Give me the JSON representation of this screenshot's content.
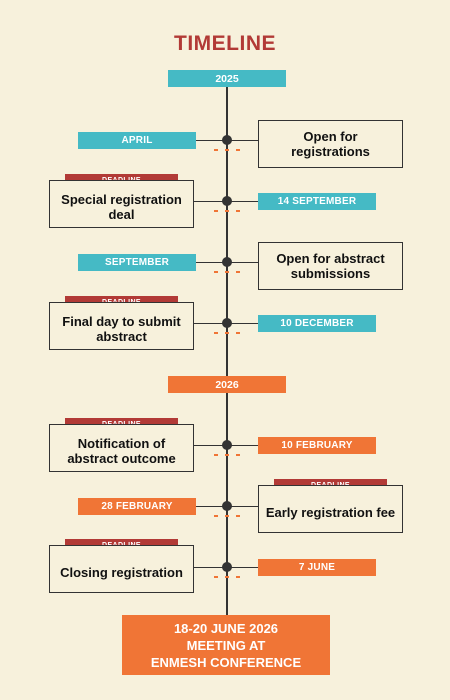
{
  "title": "TIMELINE",
  "years": [
    "2025",
    "2026"
  ],
  "events": [
    {
      "date": "APRIL",
      "label": "Open for registrations",
      "deadline": ""
    },
    {
      "date": "14 SEPTEMBER",
      "label": "Special registration deal",
      "deadline": "DEADLINE"
    },
    {
      "date": "SEPTEMBER",
      "label": "Open for abstract submissions",
      "deadline": ""
    },
    {
      "date": "10 DECEMBER",
      "label": "Final day to submit abstract",
      "deadline": "DEADLINE"
    },
    {
      "date": "10 FEBRUARY",
      "label": "Notification of abstract outcome",
      "deadline": "DEADLINE"
    },
    {
      "date": "28 FEBRUARY",
      "label": "Early registration fee",
      "deadline": "DEADLINE"
    },
    {
      "date": "7 JUNE",
      "label": "Closing registration",
      "deadline": "DEADLINE"
    }
  ],
  "final": {
    "line1": "18-20 JUNE 2026",
    "line2": "MEETING AT",
    "line3": "ENMESH CONFERENCE"
  },
  "colors": {
    "teal": "#45bac5",
    "orange": "#f07536",
    "red": "#b23a36",
    "background": "#f7f1dc"
  }
}
